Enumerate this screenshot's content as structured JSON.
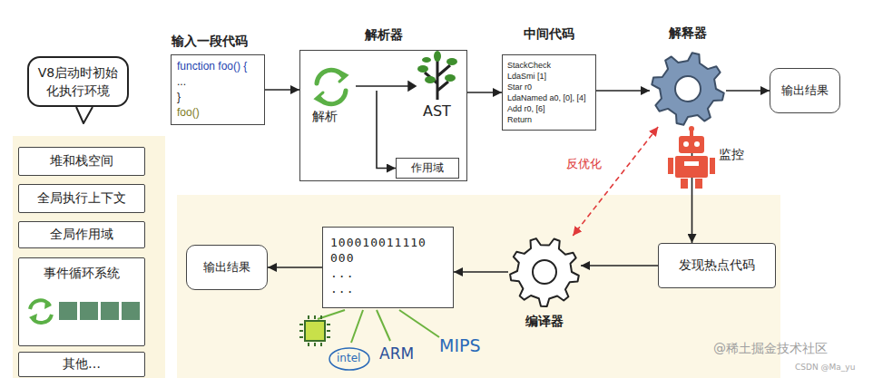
{
  "diagram": {
    "nodes": [
      {
        "text": [
          "V8启动时初始化执行环境"
        ]
      },
      {
        "text": [
          "堆和栈空间"
        ]
      },
      {
        "text": [
          "全局执行上下文"
        ]
      },
      {
        "text": [
          "全局作用域"
        ]
      },
      {
        "text": [
          "事件循环系统"
        ]
      },
      {
        "text": [
          "其他…"
        ]
      },
      {
        "text": [
          "输入一段代码",
          "function foo() {",
          "...",
          "}",
          "foo()"
        ]
      },
      {
        "text": [
          "解析器"
        ]
      },
      {
        "text": [
          "作用域"
        ],
        "in": 7
      },
      {
        "text": [
          "中间代码",
          "StackCheck",
          "LdaSmi [1]",
          "Star r0",
          "LdaNamed a0, [0], [4]",
          "Add r0, [6]",
          "Return"
        ]
      },
      {
        "text": [
          "解释器"
        ]
      },
      {
        "text": [
          "输出结果"
        ]
      },
      {
        "text": [
          "发现热点代码"
        ]
      },
      {
        "text": [
          "编译器"
        ]
      },
      {
        "text": [
          "100010011110",
          "000",
          "...",
          "..."
        ]
      },
      {
        "text": [
          "输出结果"
        ]
      }
    ],
    "edges": [
      {
        "from": 6,
        "to": 7,
        "arrow": "to"
      },
      {
        "from": 7,
        "to": 8,
        "arrow": "to"
      },
      {
        "from": 7,
        "to": 9,
        "arrow": "to"
      },
      {
        "from": 9,
        "to": 10,
        "arrow": "to"
      },
      {
        "from": 10,
        "to": 11,
        "arrow": "to"
      },
      {
        "from": 10,
        "to": 12,
        "arrow": "to"
      },
      {
        "from": 12,
        "to": 13,
        "arrow": "to"
      },
      {
        "from": 13,
        "to": 14,
        "arrow": "to"
      },
      {
        "from": 14,
        "to": 15,
        "arrow": "to"
      },
      {
        "from": 10,
        "to": 13,
        "label": "反优化",
        "arrow": "both"
      }
    ],
    "labels": [
      "解析",
      "AST",
      "监控",
      "intel",
      "ARM",
      "MIPS",
      "@稀土掘金技术社区",
      "CSDN @Ma_yu"
    ]
  }
}
